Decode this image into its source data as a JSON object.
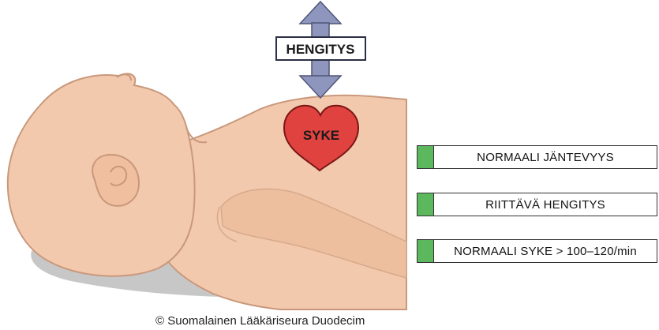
{
  "breathing_label": "HENGITYS",
  "heart_label": "SYKE",
  "status_items": [
    {
      "label": "NORMAALI JÄNTEVYYS",
      "status": "normal"
    },
    {
      "label": "RIITTÄVÄ HENGITYS",
      "status": "normal"
    },
    {
      "label": "NORMAALI SYKE > 100–120/min",
      "status": "normal"
    }
  ],
  "copyright": "© Suomalainen Lääkäriseura Duodecim",
  "colors": {
    "skin": "#f3c9ad",
    "skin_outline": "#c9987c",
    "shadow": "#c7c7c7",
    "arrow": "#8f96bd",
    "heart": "#e0433f",
    "indicator": "#5cb85c"
  }
}
